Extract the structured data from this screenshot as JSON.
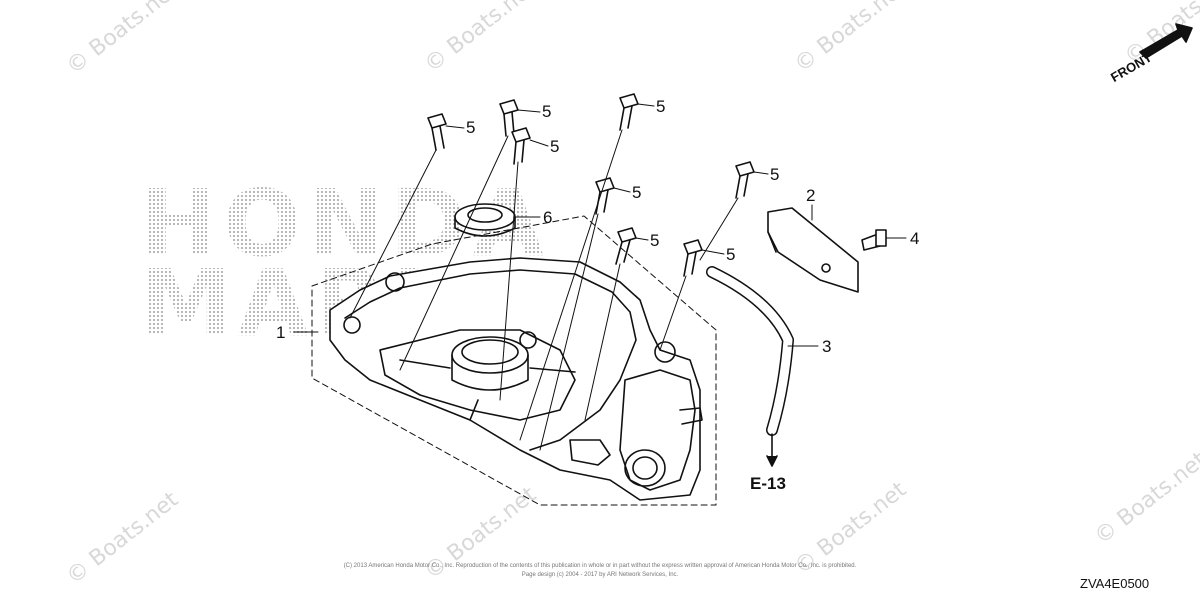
{
  "watermark": {
    "text": "© Boats.net"
  },
  "brand": {
    "line1": "HONDA",
    "line2": "MARINE"
  },
  "front_label": "FRONT",
  "callouts": [
    {
      "number": "5"
    },
    {
      "number": "5"
    },
    {
      "number": "5"
    },
    {
      "number": "5"
    },
    {
      "number": "5"
    },
    {
      "number": "5"
    },
    {
      "number": "5"
    },
    {
      "number": "5"
    },
    {
      "number": "6"
    },
    {
      "number": "2"
    },
    {
      "number": "4"
    },
    {
      "number": "3"
    },
    {
      "number": "1"
    }
  ],
  "reference": "E-13",
  "copyright": {
    "line1": "(C) 2013 American Honda Motor Co., Inc. Reproduction of the contents of this publication in whole or in part without the express written approval of American Honda Motor Co., Inc. is prohibited.",
    "line2": "Page design (c) 2004 - 2017 by ARI Network Services, Inc."
  },
  "diagram_code": "ZVA4E0500",
  "colors": {
    "line": "#111111",
    "watermark": "#d8d8d8",
    "brand_dots": "#b9b9b9"
  }
}
